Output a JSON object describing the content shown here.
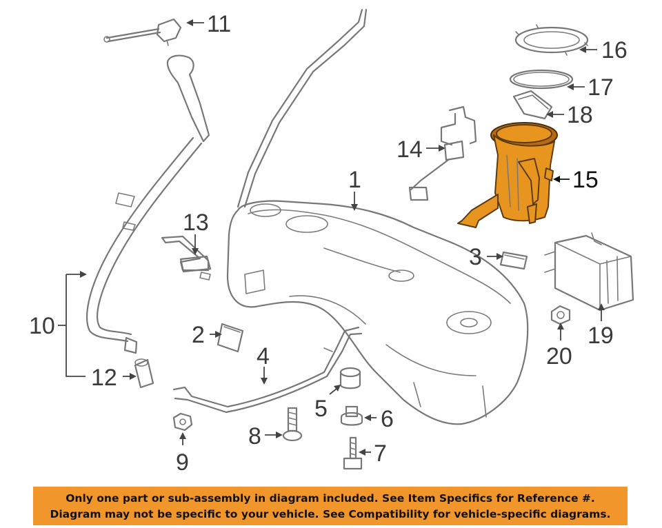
{
  "diagram": {
    "highlight_color": "#e8951f",
    "highlighted_part": "15",
    "callouts": [
      "1",
      "2",
      "3",
      "4",
      "5",
      "6",
      "7",
      "8",
      "9",
      "10",
      "11",
      "12",
      "13",
      "14",
      "15",
      "16",
      "17",
      "18",
      "19",
      "20"
    ]
  },
  "disclaimer": {
    "line1": "Only one part or sub-assembly in diagram included. See Item Specifics for Reference #.",
    "line2": "Diagram may not be specific to your vehicle. See Compatibility for vehicle-specific diagrams.",
    "background": "#f0962a"
  }
}
